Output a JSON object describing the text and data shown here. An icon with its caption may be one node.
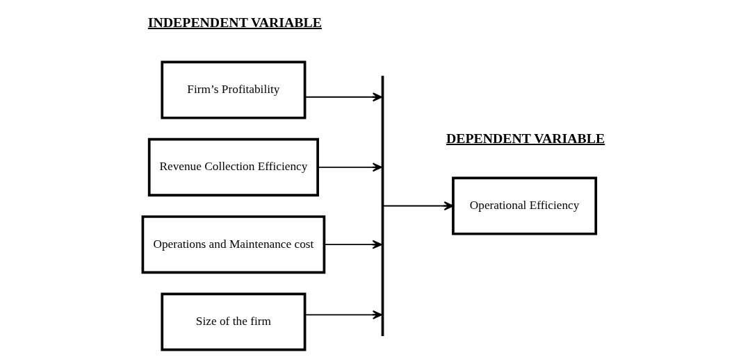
{
  "diagram": {
    "nodes": [
      {
        "text": [
          "Firm’s Profitability"
        ]
      },
      {
        "text": [
          "Revenue Collection Efficiency"
        ]
      },
      {
        "text": [
          "Operations and Maintenance cost"
        ]
      },
      {
        "text": [
          "Size of the firm"
        ]
      },
      {
        "text": [],
        "shape": "bar"
      },
      {
        "text": [
          "Operational Efficiency"
        ]
      }
    ],
    "edges": [
      {
        "from": 0,
        "to": 4,
        "arrow": "to"
      },
      {
        "from": 1,
        "to": 4,
        "arrow": "to"
      },
      {
        "from": 2,
        "to": 4,
        "arrow": "to"
      },
      {
        "from": 3,
        "to": 4,
        "arrow": "to"
      },
      {
        "from": 4,
        "to": 5,
        "arrow": "to"
      }
    ],
    "labels": [
      "INDEPENDENT VARIABLE",
      "DEPENDENT VARIABLE"
    ]
  }
}
